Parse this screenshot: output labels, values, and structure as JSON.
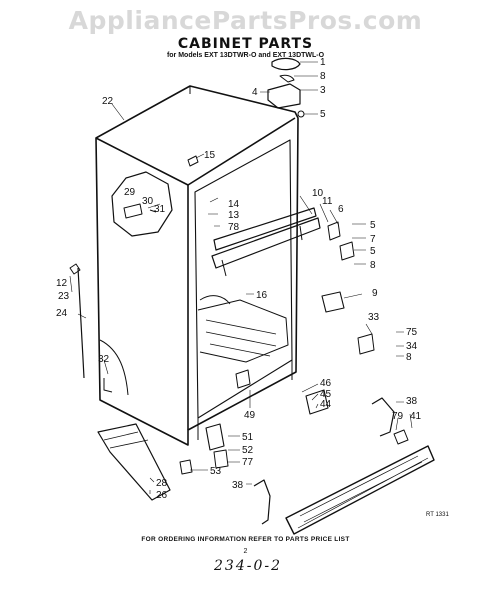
{
  "watermark": "AppliancePartsPros.com",
  "title": "CABINET PARTS",
  "subtitle": "for Models EXT 13DTWR-O and EXT 13DTWL-O",
  "part_labels": [
    "1",
    "8",
    "3",
    "4",
    "5",
    "22",
    "15",
    "29",
    "30",
    "31",
    "14",
    "13",
    "78",
    "10",
    "11",
    "6",
    "5",
    "7",
    "5",
    "8",
    "12",
    "23",
    "16",
    "9",
    "24",
    "33",
    "75",
    "34",
    "8",
    "32",
    "46",
    "45",
    "44",
    "38",
    "79",
    "41",
    "49",
    "51",
    "52",
    "77",
    "53",
    "28",
    "26",
    "38"
  ],
  "drawing_code": "RT 1331",
  "footer": "FOR ORDERING INFORMATION REFER TO PARTS PRICE LIST",
  "page_number": "2",
  "handwritten_note": "234-0-2"
}
